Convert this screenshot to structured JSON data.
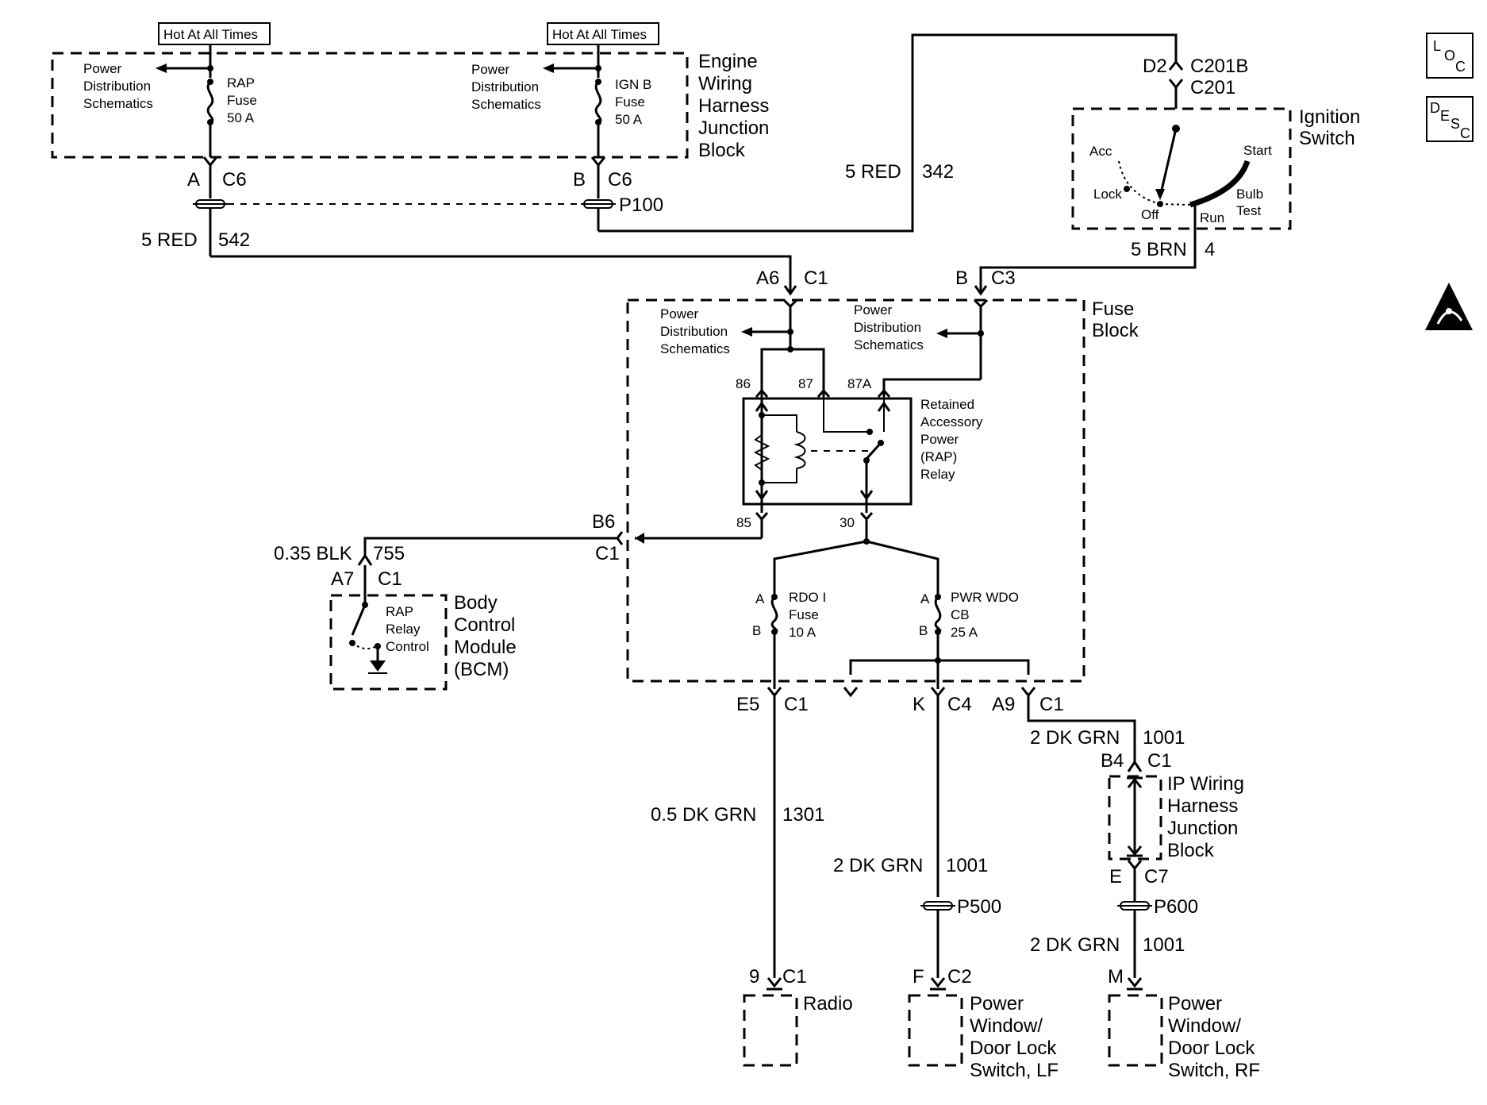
{
  "hot_at_all_times": "Hot At All Times",
  "power_distribution": [
    "Power",
    "Distribution",
    "Schematics"
  ],
  "engine_block": [
    "Engine",
    "Wiring",
    "Harness",
    "Junction",
    "Block"
  ],
  "rap_fuse": [
    "RAP",
    "Fuse",
    "50 A"
  ],
  "ign_fuse": [
    "IGN B",
    "Fuse",
    "50 A"
  ],
  "connectors": {
    "a_c6": [
      "A",
      "C6"
    ],
    "b_c6": [
      "B",
      "C6"
    ],
    "p100": "P100",
    "d2_c201b": [
      "D2",
      "C201B",
      "C201"
    ],
    "a6_c1": [
      "A6",
      "C1"
    ],
    "b_c3": [
      "B",
      "C3"
    ],
    "b6_c1": [
      "B6",
      "C1"
    ],
    "a7_c1": [
      "A7",
      "C1"
    ],
    "e5_c1": [
      "E5",
      "C1"
    ],
    "k_c4": [
      "K",
      "C4"
    ],
    "a9_c1": [
      "A9",
      "C1"
    ],
    "b4_c1": [
      "B4",
      "C1"
    ],
    "e_c7": [
      "E",
      "C7"
    ],
    "p500": "P500",
    "p600": "P600",
    "9_c1": [
      "9",
      "C1"
    ],
    "f_c2": [
      "F",
      "C2"
    ],
    "m": "M"
  },
  "wires": {
    "red_542": [
      "5 RED",
      "542"
    ],
    "red_342": [
      "5 RED",
      "342"
    ],
    "brn_4": [
      "5 BRN",
      "4"
    ],
    "blk_755": [
      "0.35 BLK",
      "755"
    ],
    "grn_1301": [
      "0.5 DK GRN",
      "1301"
    ],
    "grn_1001_a": [
      "2 DK GRN",
      "1001"
    ],
    "grn_1001_b": [
      "2 DK GRN",
      "1001"
    ],
    "grn_1001_c": [
      "2 DK GRN",
      "1001"
    ]
  },
  "ignition_switch": {
    "title": [
      "Ignition",
      "Switch"
    ],
    "positions": [
      "Acc",
      "Lock",
      "Off",
      "Start",
      "Run",
      "Bulb",
      "Test"
    ]
  },
  "fuse_block": [
    "Fuse",
    "Block"
  ],
  "relay": {
    "pins": [
      "86",
      "87",
      "87A",
      "85",
      "30"
    ],
    "label": [
      "Retained",
      "Accessory",
      "Power",
      "(RAP)",
      "Relay"
    ]
  },
  "rdo_fuse": [
    "RDO I",
    "Fuse",
    "10 A"
  ],
  "pwr_cb": [
    "PWR WDO",
    "CB",
    "25 A"
  ],
  "ab": [
    "A",
    "B"
  ],
  "bcm": {
    "title": [
      "Body",
      "Control",
      "Module",
      "(BCM)"
    ],
    "inner": [
      "RAP",
      "Relay",
      "Control"
    ]
  },
  "ip_block": [
    "IP Wiring",
    "Harness",
    "Junction",
    "Block"
  ],
  "radio": "Radio",
  "lf_switch": [
    "Power",
    "Window/",
    "Door Lock",
    "Switch, LF"
  ],
  "rf_switch": [
    "Power",
    "Window/",
    "Door Lock",
    "Switch, RF"
  ],
  "loc_icon": [
    "L",
    "O",
    "C"
  ],
  "desc_icon": [
    "D",
    "E",
    "S",
    "C"
  ]
}
